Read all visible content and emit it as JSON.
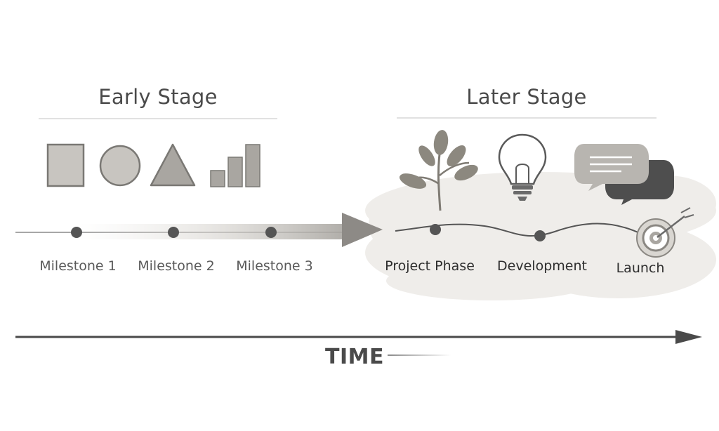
{
  "early": {
    "title": "Early Stage",
    "shapes": [
      "square-icon",
      "circle-icon",
      "triangle-icon",
      "bar-chart-icon"
    ],
    "milestones": [
      "Milestone 1",
      "Milestone 2",
      "Milestone 3"
    ]
  },
  "later": {
    "title": "Later Stage",
    "icons": [
      "plant-icon",
      "lightbulb-icon",
      "chat-bubbles-icon"
    ],
    "milestones": [
      "Project Phase",
      "Development",
      "Launch"
    ],
    "end_icon": "target-icon"
  },
  "timeline": {
    "label": "TIME"
  },
  "colors": {
    "shape_fill": "#c8c5c0",
    "shape_stroke": "#7a7874",
    "dot": "#555555",
    "axis": "#4a4a4a",
    "splash": "#efedea"
  }
}
